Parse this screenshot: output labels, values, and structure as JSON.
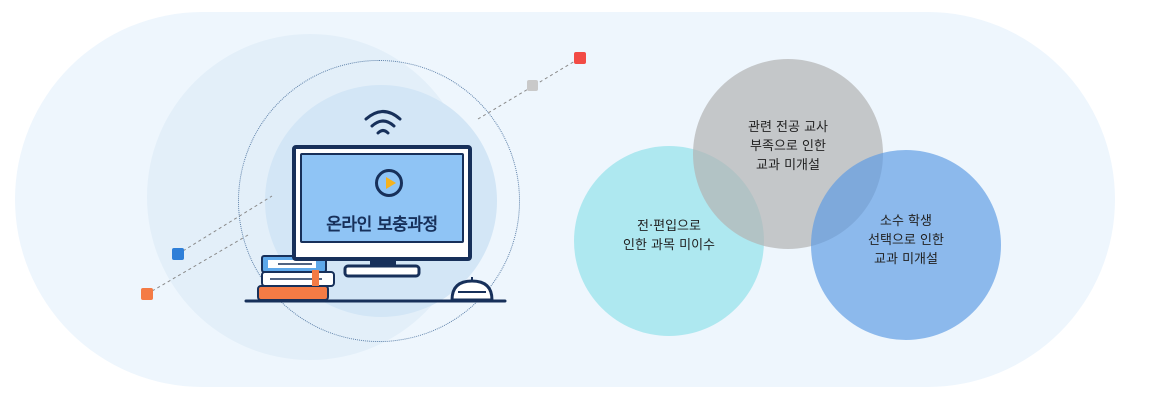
{
  "monitor": {
    "title": "온라인 보충과정"
  },
  "icons": [
    "wifi-icon",
    "play-icon",
    "books-icon",
    "mouse-icon"
  ],
  "venn": {
    "left": "전·편입으로\n인한 과목 미이수",
    "top": "관련 전공 교사\n부족으로 인한\n교과 미개설",
    "right": "소수 학생\n선택으로 인한\n교과 미개설"
  },
  "colors": {
    "background_pill": "#eef6fd",
    "monitor_screen": "#8fc4f5",
    "venn_left": "#96e2ea",
    "venn_top": "#b4b4b4",
    "venn_right": "#5a9ae4",
    "marker_red": "#f24b45",
    "marker_orange": "#f47b45",
    "marker_blue": "#2f7fd8",
    "marker_gray": "#c9c9c9"
  }
}
